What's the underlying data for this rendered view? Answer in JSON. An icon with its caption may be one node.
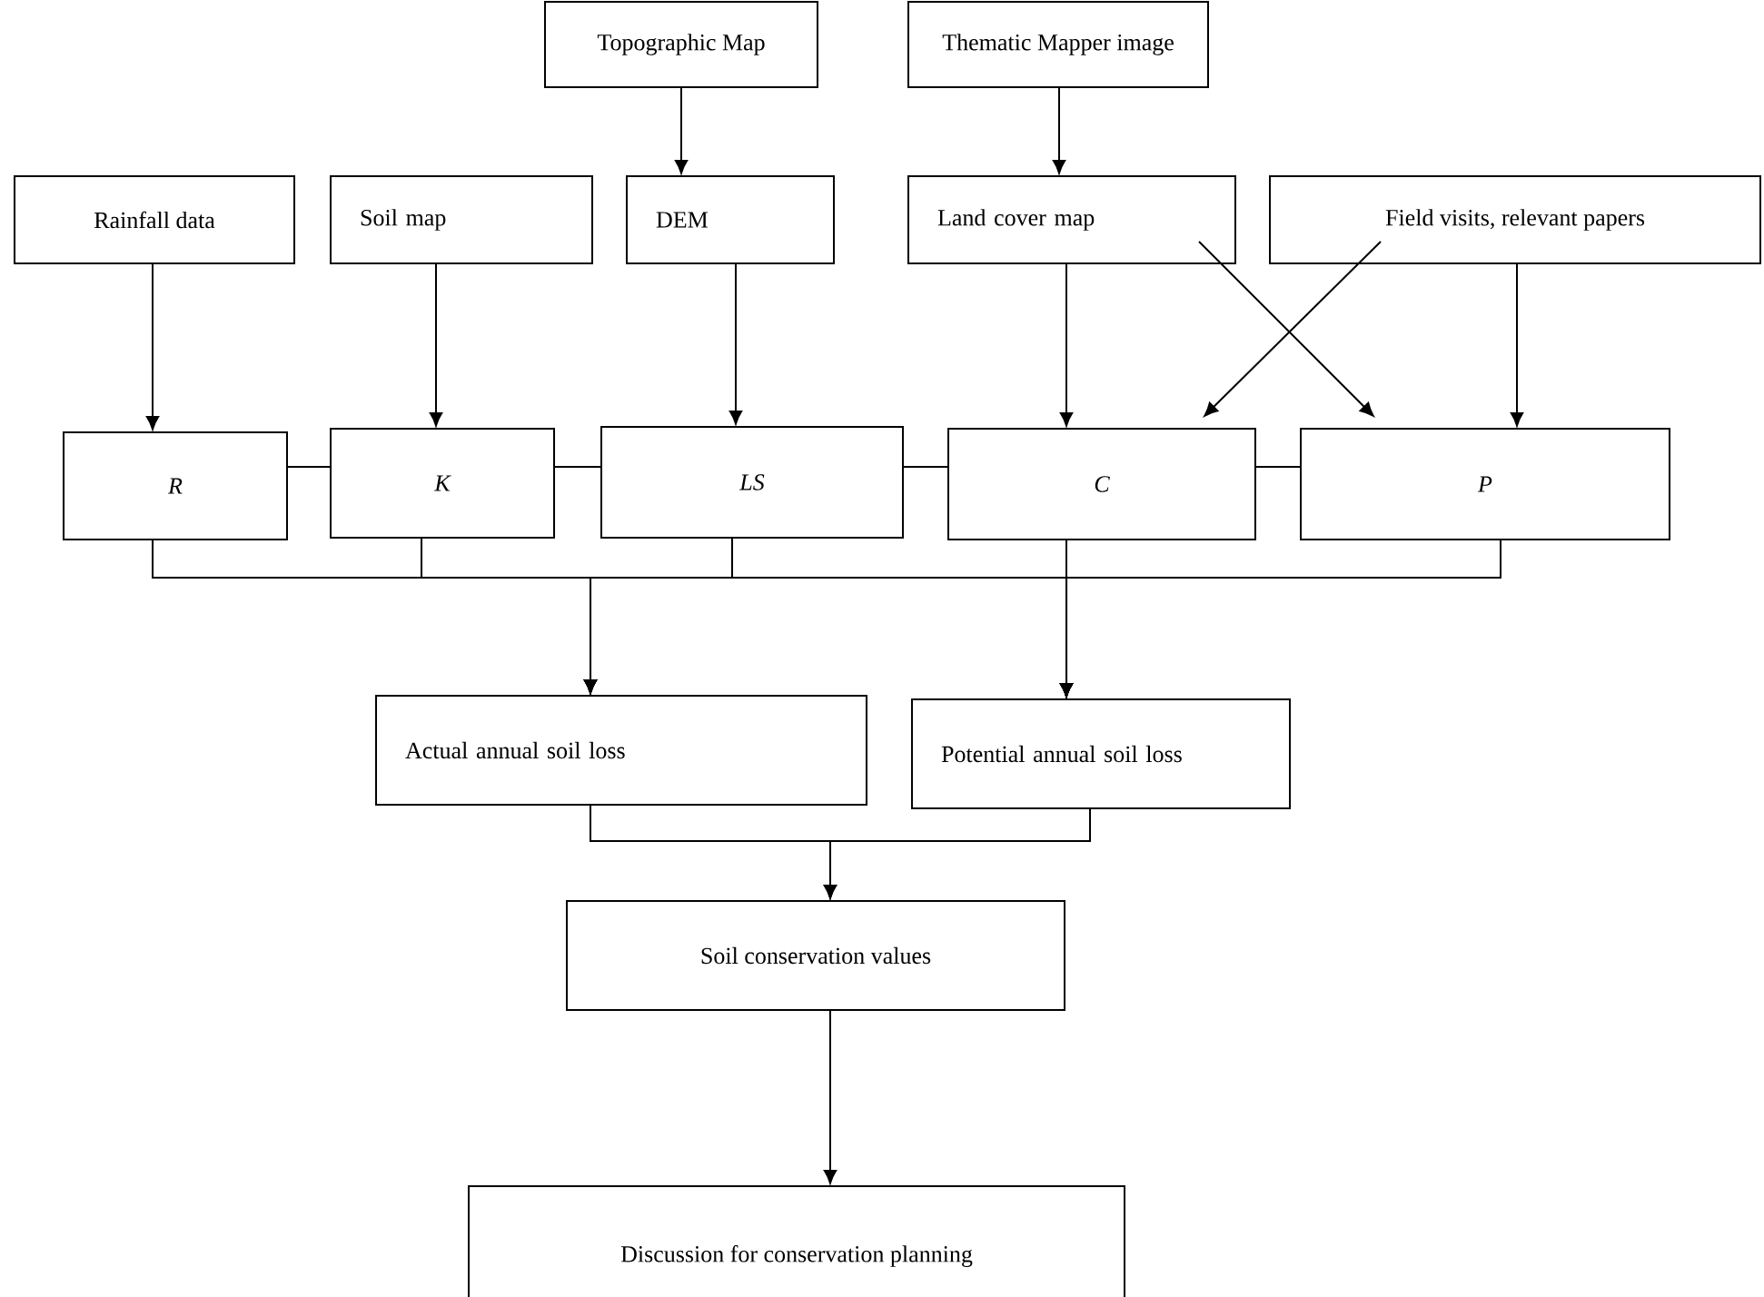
{
  "diagram": {
    "nodes": [
      {
        "text": [
          "Topographic Map"
        ]
      },
      {
        "text": [
          "Thematic Mapper image"
        ]
      },
      {
        "text": [
          "Rainfall data"
        ]
      },
      {
        "text": [
          "Soil map"
        ]
      },
      {
        "text": [
          "DEM"
        ]
      },
      {
        "text": [
          "Land cover map"
        ]
      },
      {
        "text": [
          "Field visits, relevant papers"
        ]
      },
      {
        "text": [
          "R"
        ]
      },
      {
        "text": [
          "K"
        ]
      },
      {
        "text": [
          "LS"
        ]
      },
      {
        "text": [
          "C"
        ]
      },
      {
        "text": [
          "P"
        ]
      },
      {
        "text": [
          "Actual annual soil loss"
        ]
      },
      {
        "text": [
          "Potential annual soil loss"
        ]
      },
      {
        "text": [
          "Soil conservation values"
        ]
      },
      {
        "text": [
          "Discussion for conservation planning"
        ]
      }
    ],
    "edges": [
      {
        "from": 0,
        "to": 4,
        "arrow": "to"
      },
      {
        "from": 1,
        "to": 5,
        "arrow": "to"
      },
      {
        "from": 2,
        "to": 7,
        "arrow": "to"
      },
      {
        "from": 3,
        "to": 8,
        "arrow": "to"
      },
      {
        "from": 4,
        "to": 9,
        "arrow": "to"
      },
      {
        "from": 5,
        "to": 10,
        "arrow": "to"
      },
      {
        "from": 5,
        "to": 11,
        "arrow": "to"
      },
      {
        "from": 6,
        "to": 10,
        "arrow": "to"
      },
      {
        "from": 6,
        "to": 11,
        "arrow": "to"
      },
      {
        "from": 7,
        "to": 8,
        "arrow": "none"
      },
      {
        "from": 8,
        "to": 9,
        "arrow": "none"
      },
      {
        "from": 9,
        "to": 10,
        "arrow": "none"
      },
      {
        "from": 10,
        "to": 11,
        "arrow": "none"
      },
      {
        "from": 7,
        "to": 12,
        "arrow": "to"
      },
      {
        "from": 8,
        "to": 12,
        "arrow": "to"
      },
      {
        "from": 9,
        "to": 12,
        "arrow": "to"
      },
      {
        "from": 10,
        "to": 12,
        "arrow": "to"
      },
      {
        "from": 11,
        "to": 12,
        "arrow": "to"
      },
      {
        "from": 7,
        "to": 13,
        "arrow": "to"
      },
      {
        "from": 8,
        "to": 13,
        "arrow": "to"
      },
      {
        "from": 9,
        "to": 13,
        "arrow": "to"
      },
      {
        "from": 10,
        "to": 13,
        "arrow": "to"
      },
      {
        "from": 11,
        "to": 13,
        "arrow": "to"
      },
      {
        "from": 12,
        "to": 14,
        "arrow": "to"
      },
      {
        "from": 13,
        "to": 14,
        "arrow": "to"
      },
      {
        "from": 14,
        "to": 15,
        "arrow": "to"
      }
    ]
  }
}
